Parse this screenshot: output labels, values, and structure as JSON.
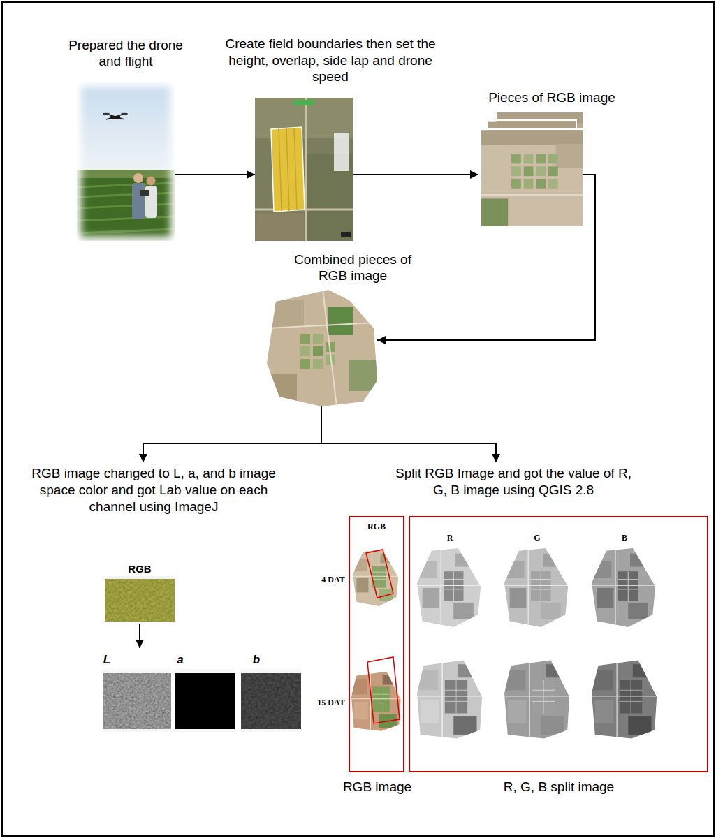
{
  "diagram": {
    "nodes": [
      {
        "text": [
          "Prepared the drone and flight"
        ]
      },
      {
        "text": [
          "Create field boundaries then set the height, overlap, side lap and drone speed"
        ]
      },
      {
        "text": [
          "Pieces of RGB image"
        ]
      },
      {
        "text": [
          "Combined pieces of RGB image"
        ]
      },
      {
        "text": [
          "RGB image changed to L, a, and b image space color and got Lab value on each channel using ImageJ"
        ]
      },
      {
        "text": [
          "Split RGB Image and got the value of R, G, B image using QGIS 2.8"
        ]
      }
    ],
    "edges": [
      {
        "from": 0,
        "to": 1,
        "arrow": "to"
      },
      {
        "from": 1,
        "to": 2,
        "arrow": "to"
      },
      {
        "from": 2,
        "to": 3,
        "arrow": "to"
      },
      {
        "from": 3,
        "to": 4,
        "arrow": "to"
      },
      {
        "from": 3,
        "to": 5,
        "arrow": "to"
      }
    ],
    "labels": [
      "RGB",
      "L",
      "a",
      "b",
      "RGB",
      "R",
      "G",
      "B",
      "4 DAT",
      "15 DAT",
      "RGB image",
      "R, G, B split image"
    ]
  }
}
